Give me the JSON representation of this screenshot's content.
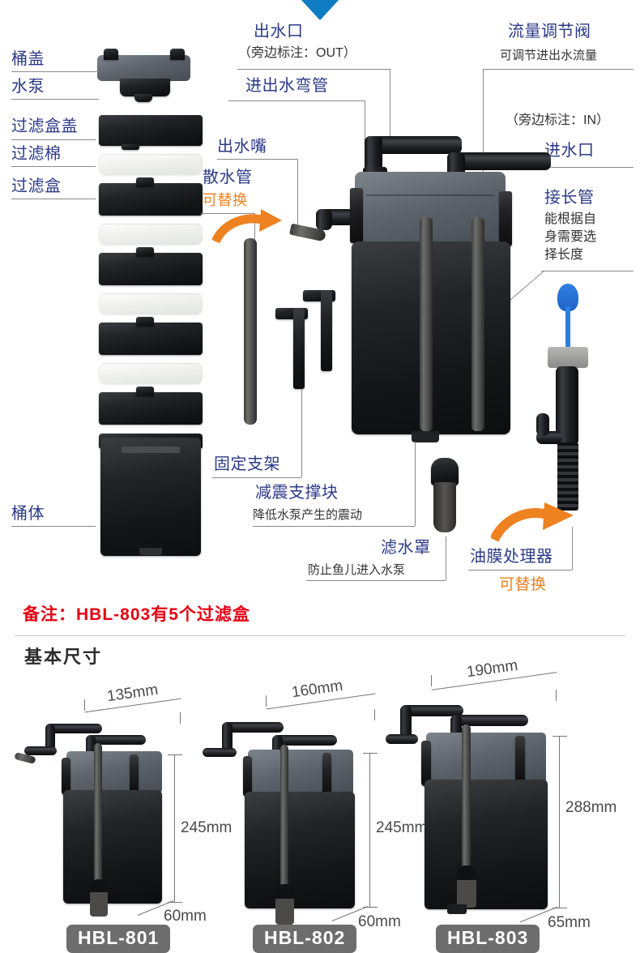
{
  "page": {
    "background": "#ffffff",
    "accent_blue": "#2c3a87",
    "accent_orange": "#ee8120",
    "note_red": "#e50012",
    "chevron_color": "#0f7dc2"
  },
  "exploded_view": {
    "left_labels": [
      {
        "id": "bucket-lid",
        "text": "桶盖"
      },
      {
        "id": "water-pump",
        "text": "水泵"
      },
      {
        "id": "filter-box-lid",
        "text": "过滤盒盖"
      },
      {
        "id": "filter-cotton",
        "text": "过滤棉"
      },
      {
        "id": "filter-box",
        "text": "过滤盒"
      },
      {
        "id": "bucket-body",
        "text": "桶体"
      }
    ],
    "top_labels": {
      "outlet": {
        "title": "出水口",
        "note": "（旁边标注：OUT）"
      },
      "elbow_pipe": {
        "title": "进出水弯管"
      },
      "flow_valve": {
        "title": "流量调节阀",
        "note": "可调节进出水流量"
      },
      "inlet": {
        "title": "进水口",
        "note": "（旁边标注：IN）"
      }
    },
    "mid_labels": {
      "outlet_nozzle": {
        "title": "出水嘴"
      },
      "spray_bar": {
        "title": "散水管",
        "replaceable": "可替换"
      },
      "extension_pipe": {
        "title": "接长管",
        "note": "能根据自\n身需要选\n择长度",
        "note_lines": [
          "能根据自",
          "身需要选",
          "择长度"
        ]
      }
    },
    "bottom_labels": {
      "fixing_bracket": {
        "title": "固定支架"
      },
      "shock_block": {
        "title": "减震支撑块",
        "note": "降低水泵产生的震动"
      },
      "strainer": {
        "title": "滤水罩",
        "note": "防止鱼儿进入水泵"
      },
      "oil_skimmer": {
        "title": "油膜处理器",
        "replaceable": "可替换"
      }
    }
  },
  "note": {
    "text": "备注：HBL-803有5个过滤盒"
  },
  "dimensions_section": {
    "title": "基本尺寸",
    "models": [
      {
        "id": "hbl-801",
        "badge": "HBL-801",
        "width": "135mm",
        "height": "245mm",
        "depth": "60mm"
      },
      {
        "id": "hbl-802",
        "badge": "HBL-802",
        "width": "160mm",
        "height": "245mm",
        "depth": "60mm"
      },
      {
        "id": "hbl-803",
        "badge": "HBL-803",
        "width": "190mm",
        "height": "288mm",
        "depth": "65mm"
      }
    ]
  }
}
